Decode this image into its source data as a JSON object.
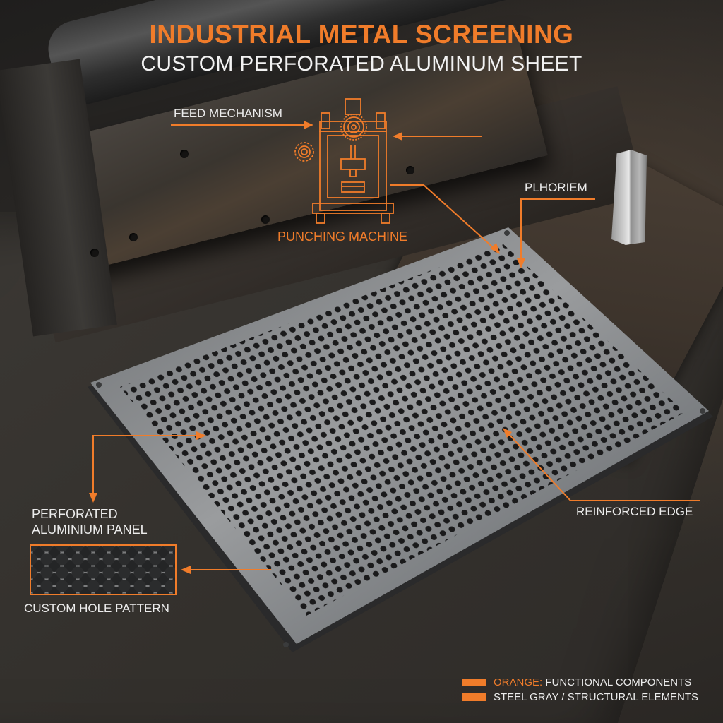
{
  "header": {
    "title": "INDUSTRIAL METAL SCREENING",
    "subtitle": "CUSTOM PERFORATED ALUMINUM SHEET"
  },
  "colors": {
    "accent_orange": "#F07C2A",
    "label_white": "#ECECEC",
    "steel_gray": "#8A8C8E",
    "background_dark": "#2A2826"
  },
  "callouts": {
    "feed_mechanism": "FEED MECHANISM",
    "punching_machine": "PUNCHING MACHINE",
    "plhoriem": "PLHORIEM",
    "perforated_panel_line1": "PERFORATED",
    "perforated_panel_line2": "ALUMINIUM PANEL",
    "custom_hole_pattern": "CUSTOM HOLE PATTERN",
    "reinforced_edge": "REINFORCED EDGE"
  },
  "legend": {
    "items": [
      {
        "key": "ORANGE:",
        "label": " FUNCTIONAL COMPONENTS",
        "swatch": "#F07C2A"
      },
      {
        "key": "",
        "label": "STEEL GRAY / STRUCTURAL ELEMENTS",
        "swatch": "#F07C2A"
      }
    ]
  },
  "icons": {
    "punching_machine_diagram": "punching-machine-icon",
    "gear": "gear-icon",
    "steel_pin": "steel-pin-icon"
  }
}
